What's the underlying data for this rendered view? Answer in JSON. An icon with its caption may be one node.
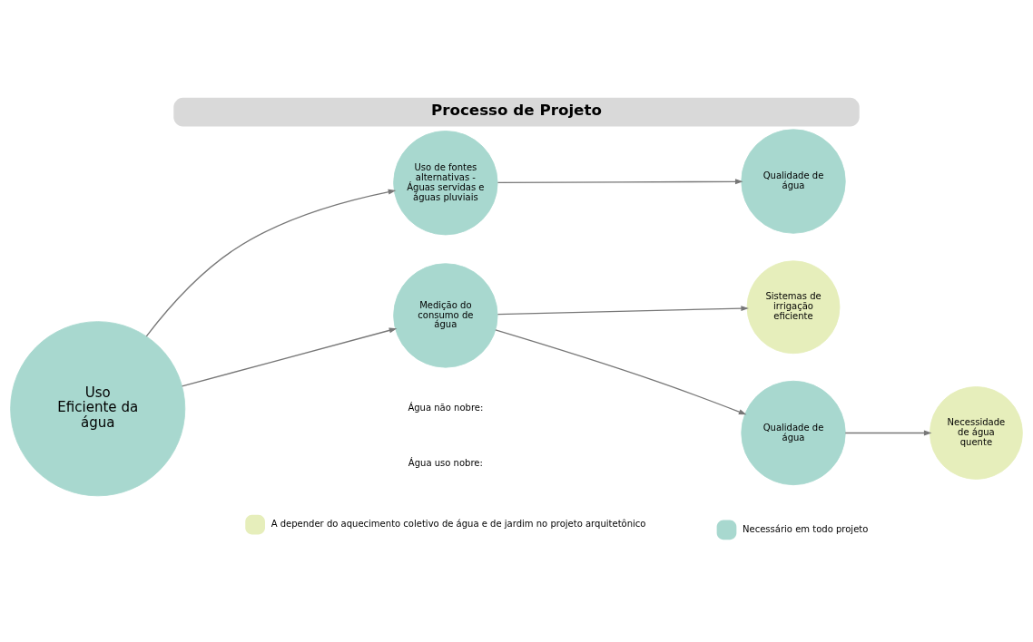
{
  "diagram": {
    "title": "Processo de Projeto",
    "nodes": [
      {
        "text": [
          "Uso Eficiente da água"
        ]
      },
      {
        "text": [
          "Uso de fontes alternativas - Águas servidas e águas pluviais"
        ]
      },
      {
        "text": [
          "Qualidade de água"
        ]
      },
      {
        "text": [
          "Sistemas de irrigação eficiente"
        ]
      },
      {
        "text": [
          "Medição do consumo de água"
        ]
      },
      {
        "text": [
          "Qualidade de água"
        ]
      },
      {
        "text": [
          "Necessidade de água quente"
        ]
      }
    ],
    "edges": [
      {
        "from": 0,
        "to": 1,
        "arrow": "to"
      },
      {
        "from": 1,
        "to": 2,
        "arrow": "to"
      },
      {
        "from": 0,
        "to": 4,
        "arrow": "to"
      },
      {
        "from": 4,
        "to": 3,
        "arrow": "to"
      },
      {
        "from": 4,
        "to": 5,
        "arrow": "to"
      },
      {
        "from": 5,
        "to": 6,
        "arrow": "to"
      }
    ],
    "labels": [
      "Água não nobre:",
      "Água uso nobre:"
    ],
    "legend": [
      {
        "text": "A depender do aquecimento coletivo de água e de jardim no projeto arquitetônico",
        "color": "#e6eebb"
      },
      {
        "text": "Necessário em todo projeto",
        "color": "#a8d8cf"
      }
    ]
  }
}
